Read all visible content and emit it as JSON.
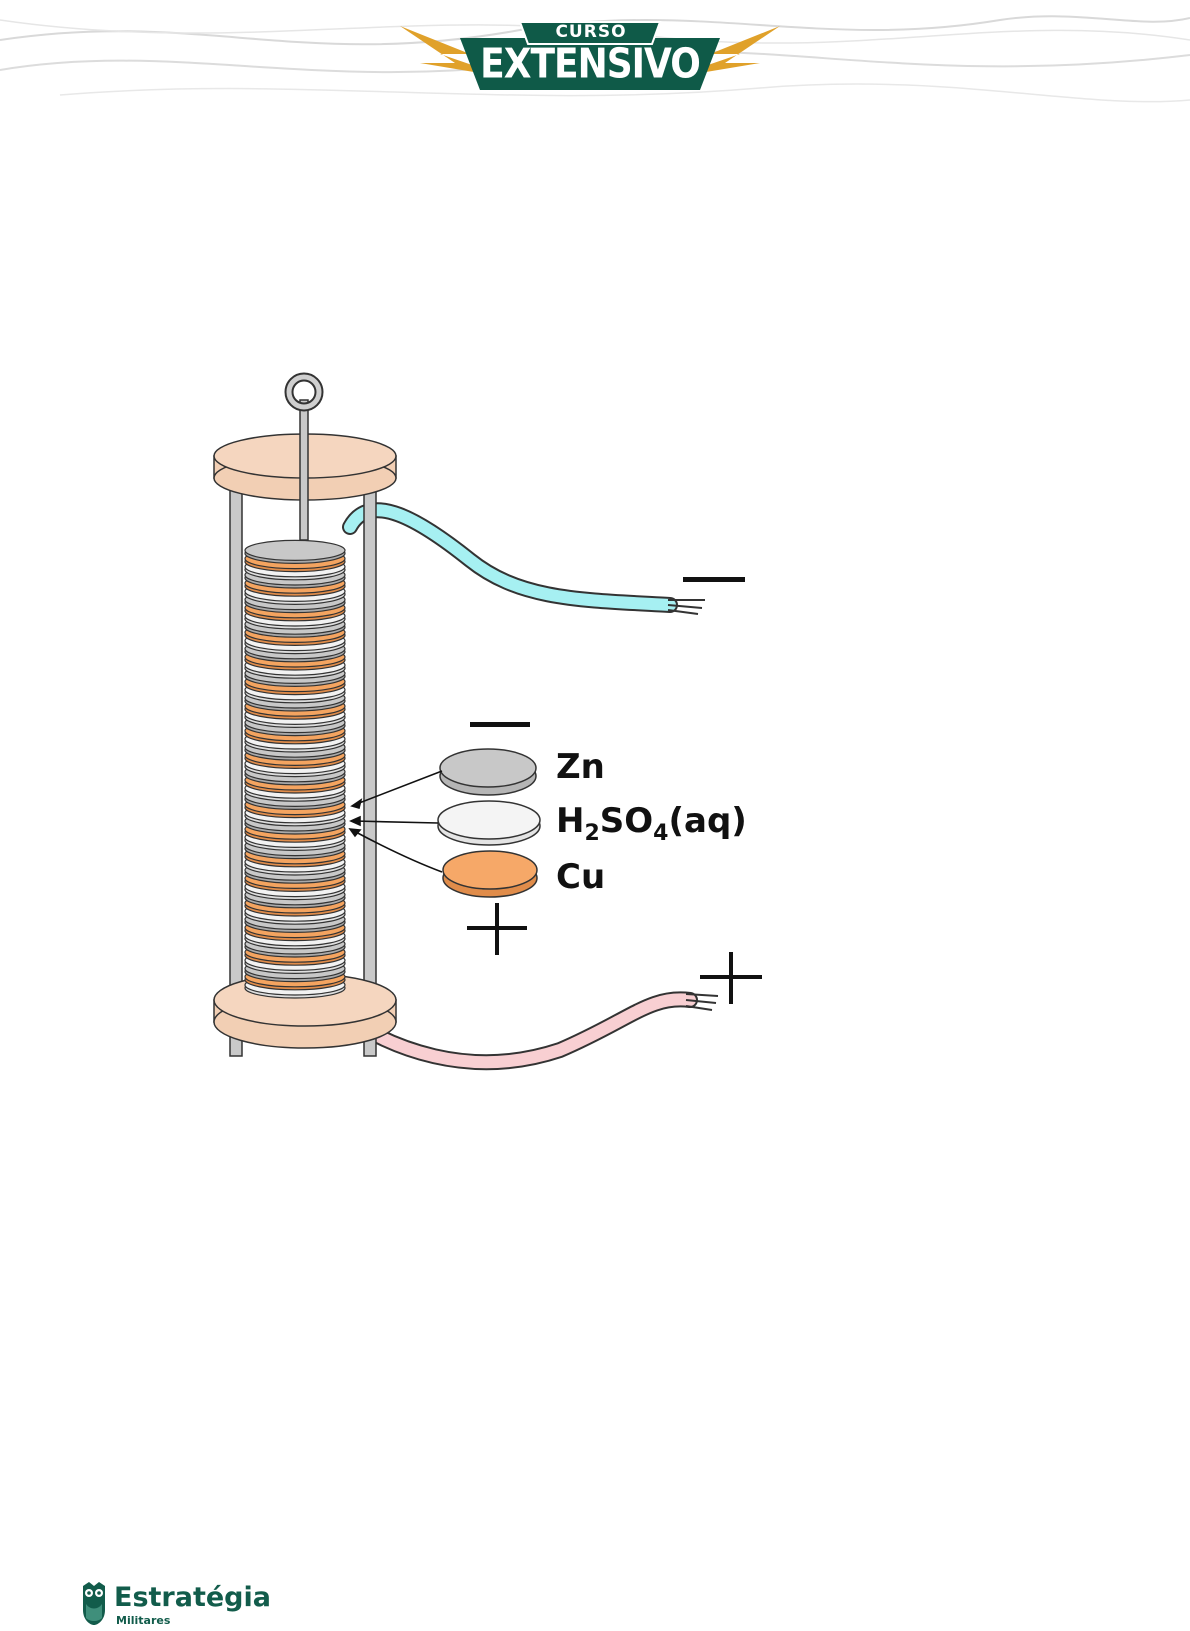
{
  "header": {
    "logo_line1": "CURSO",
    "logo_line2": "EXTENSIVO",
    "colors": {
      "logo_green": "#0f5a48",
      "logo_gold": "#e0a12a",
      "logo_text": "#ffffff"
    }
  },
  "diagram": {
    "legend": {
      "zn_label": "Zn",
      "electrolyte_main": "H",
      "electrolyte_sub1": "2",
      "electrolyte_mid": "SO",
      "electrolyte_sub2": "4",
      "electrolyte_end": "(aq)",
      "cu_label": "Cu",
      "legend_minus": "—",
      "legend_plus": "+"
    },
    "terminal_negative": "—",
    "terminal_positive": "+",
    "colors": {
      "zinc": "#c8c8c8",
      "electrolyte": "#f2f2f2",
      "copper": "#f4a460",
      "wood": "#f2cfb4",
      "wire_negative": "#a6f0f2",
      "wire_positive": "#f8cfd2",
      "rod": "#c9c9c9"
    }
  },
  "footer": {
    "brand": "Estratégia",
    "brand_sub": "Militares",
    "color": "#125c4b"
  }
}
